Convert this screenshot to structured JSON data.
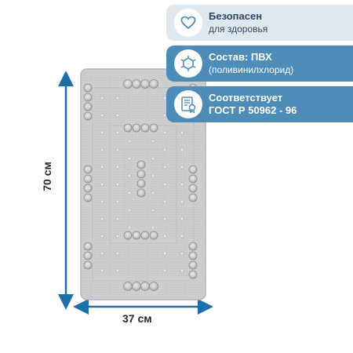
{
  "badges": [
    {
      "icon": "heart-icon",
      "title": "Безопасен",
      "subtitle": "для здоровья"
    },
    {
      "icon": "molecule-icon",
      "title": "Состав: ПВХ",
      "subtitle": "(поливинилхлорид)"
    },
    {
      "icon": "certificate-icon",
      "title": "Соответствует",
      "subtitle": "ГОСТ Р 50962 - 96"
    }
  ],
  "dimensions": {
    "height": "70 см",
    "width": "37 см"
  },
  "colors": {
    "badge_light": "#dfe7ef",
    "badge_blue": "#4e8cb8",
    "dimension_line": "#1e6fa8",
    "mat": "#cfd0d2"
  }
}
